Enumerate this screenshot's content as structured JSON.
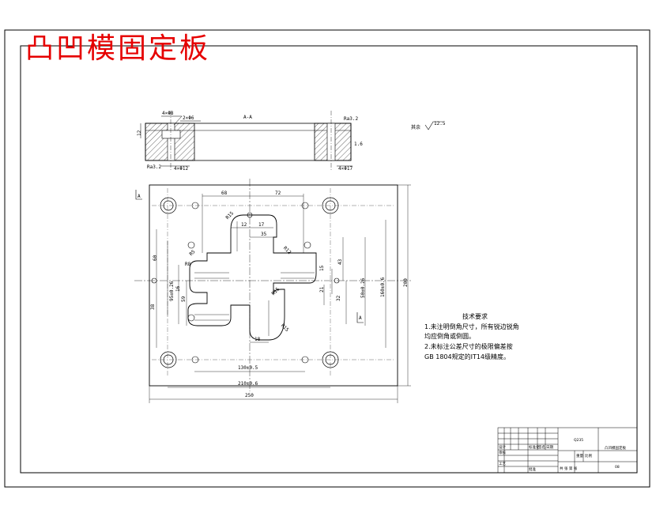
{
  "title": "凸凹模固定板",
  "title_color": "#e60000",
  "section_label": "A-A",
  "surface_finish": "其余",
  "surface_finish_value": "12.5",
  "section_marks": [
    "A",
    "A"
  ],
  "top_view_labels": {
    "holes_top": "4×Φ8",
    "counterbore_top": "2×Φ6",
    "thickness": "12",
    "roughness_right": "Ra3.2",
    "roughness_left": "Ra3.2",
    "roughness_side": "1.6",
    "holes_bottom_left": "4×Φ12",
    "holes_bottom_right": "4×Φ17"
  },
  "plan_dims": {
    "d68": "68",
    "d72": "72",
    "d12": "12",
    "d17": "17",
    "d35": "35",
    "dR15a": "R15",
    "dR15b": "R15",
    "dR15c": "R15",
    "dR12": "R12",
    "dR8": "R8",
    "dR5": "R5",
    "d60": "60",
    "d95": "95±0.26",
    "d38": "38",
    "d16": "16",
    "d59": "59",
    "d43": "43",
    "d21": "21",
    "d32": "32",
    "d15": "15",
    "d50": "50±0.26",
    "d160": "160±0.6",
    "d200": "200",
    "d18": "18",
    "d130": "130±0.5",
    "d210": "210±0.6",
    "d250": "250"
  },
  "tech_requirements": {
    "heading": "技术要求",
    "lines": [
      "1.未注明倒角尺寸，所有锐边锐角",
      "均应倒角或倒圆。",
      "2.未标注公差尺寸的极限偏差按",
      "GB 1804规定的IT14级精度。"
    ]
  },
  "title_block": {
    "material": "Q235",
    "name": "凸凹模固定板",
    "drawing_no": "08",
    "scale_label": "比例",
    "count_label": "共 张 第 张",
    "designer": "设计",
    "checker": "审核",
    "process": "工艺",
    "standard": "标准化",
    "approved": "批准",
    "date": "日期",
    "sign": "签名",
    "weight": "重量"
  }
}
